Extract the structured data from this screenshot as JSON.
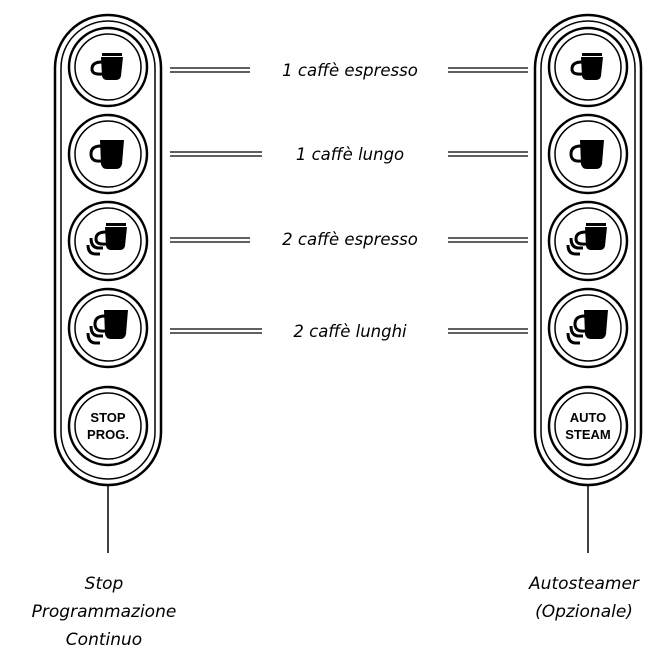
{
  "rows": [
    {
      "label": "1 caffè espresso",
      "icon": "single-small-cup-icon"
    },
    {
      "label": "1 caffè lungo",
      "icon": "single-large-cup-icon"
    },
    {
      "label": "2 caffè espresso",
      "icon": "double-small-cup-icon"
    },
    {
      "label": "2 caffè lunghi",
      "icon": "double-large-cup-icon"
    }
  ],
  "left_panel": {
    "bottom_button": {
      "line1": "STOP",
      "line2": "PROG."
    },
    "callout": {
      "line1": "Stop",
      "line2": "Programmazione",
      "line3": "Continuo"
    }
  },
  "right_panel": {
    "bottom_button": {
      "line1": "AUTO",
      "line2": "STEAM"
    },
    "callout": {
      "line1": "Autosteamer",
      "line2": "(Opzionale)"
    }
  },
  "colors": {
    "stroke": "#000000",
    "background": "#ffffff"
  }
}
